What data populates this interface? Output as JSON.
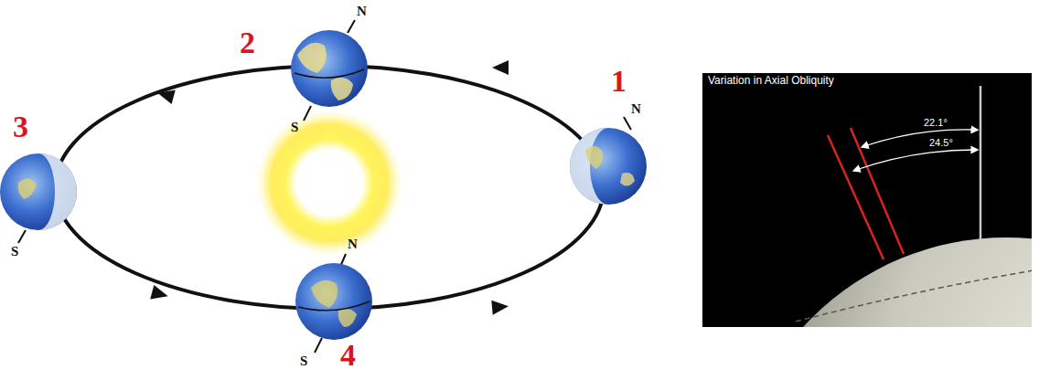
{
  "diagram": {
    "nodes": [
      {
        "text": [
          "Variation in Axial Obliquity",
          "22.1°",
          "24.5°"
        ]
      }
    ],
    "labels": [
      "2",
      "N",
      "S",
      "1",
      "N",
      "3",
      "S",
      "N",
      "4",
      "S"
    ]
  }
}
